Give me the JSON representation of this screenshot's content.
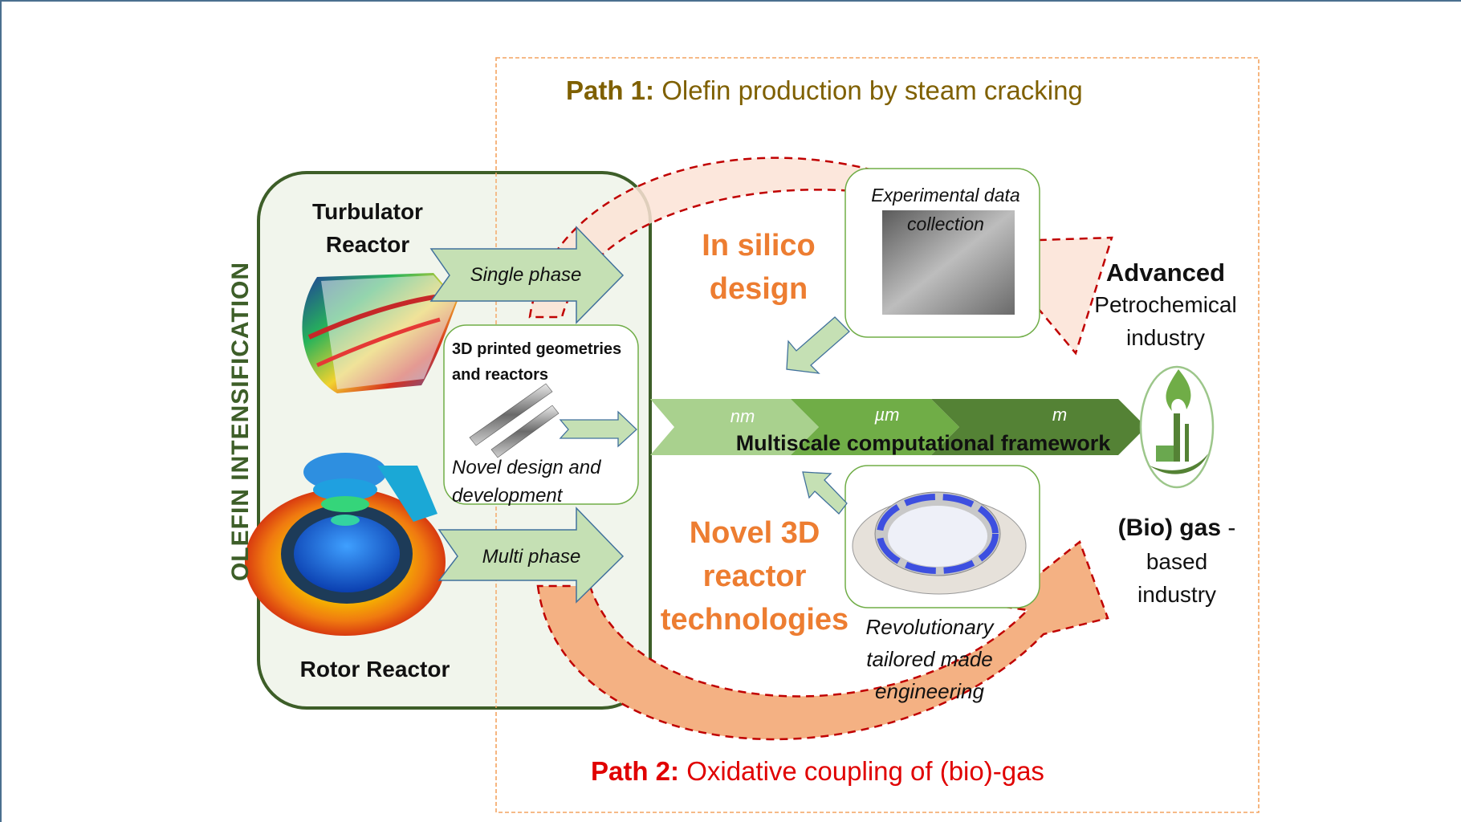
{
  "path1": {
    "label": "Path 1:",
    "text": "Olefin production by steam cracking",
    "color": "#7f6000"
  },
  "path2": {
    "label": "Path 2:",
    "text": "Oxidative coupling of (bio)-gas",
    "color": "#e00000"
  },
  "panel": {
    "vertical_title": "OLEFIN INTENSIFICATION",
    "turbulator": {
      "line1": "Turbulator",
      "line2": "Reactor"
    },
    "rotor": "Rotor Reactor",
    "single_phase": "Single phase",
    "multi_phase": "Multi phase",
    "printed_box": {
      "title_line1": "3D printed geometries",
      "title_line2": "and reactors",
      "caption_line1": "Novel design and",
      "caption_line2": "development"
    }
  },
  "in_silico": {
    "line1": "In silico",
    "line2": "design"
  },
  "experimental": {
    "line1": "Experimental data",
    "line2": "collection"
  },
  "multiscale": {
    "scales": [
      "nm",
      "µm",
      "m"
    ],
    "label": "Multiscale computational framework",
    "colors": [
      "#a9d18e",
      "#70ad47",
      "#548235"
    ]
  },
  "novel3d": {
    "line1": "Novel 3D",
    "line2": "reactor",
    "line3": "technologies"
  },
  "revolutionary": {
    "line1": "Revolutionary",
    "line2": "tailored made",
    "line3": "engineering"
  },
  "advanced": {
    "line1": "Advanced",
    "line2": "Petrochemical",
    "line3": "industry"
  },
  "biogas": {
    "line1_bold": "(Bio) gas",
    "line1_rest": " -",
    "line2": "based",
    "line3": "industry"
  },
  "icons": {
    "refinery": "refinery-flame-icon",
    "turbulator_image": "turbulator-cfd-image",
    "rotor_image": "rotor-cfd-image",
    "tubes_image": "printed-tubes-image",
    "experiment_image": "experimental-photo",
    "ring_image": "reactor-ring-image"
  },
  "colors": {
    "accent_orange": "#ed7d31",
    "panel_green": "#3d5e28",
    "arrow_fill": "#c5e0b4",
    "arrow_stroke": "#41719c"
  }
}
